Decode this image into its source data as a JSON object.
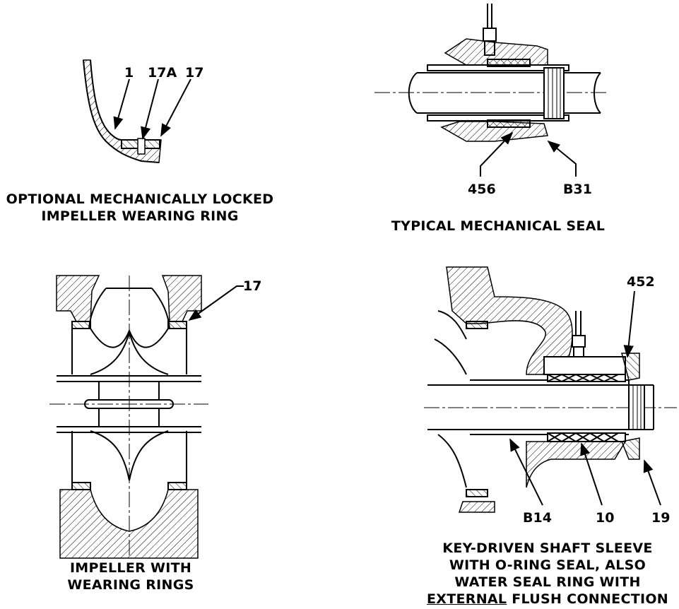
{
  "figures": {
    "locked_ring": {
      "callouts": [
        "1",
        "17A",
        "17"
      ],
      "caption": [
        "OPTIONAL MECHANICALLY LOCKED",
        "IMPELLER WEARING RING"
      ]
    },
    "mechanical_seal": {
      "callouts": [
        "456",
        "B31"
      ],
      "caption": [
        "TYPICAL MECHANICAL SEAL"
      ]
    },
    "impeller_rings": {
      "callouts": [
        "17"
      ],
      "caption": [
        "IMPELLER WITH",
        "WEARING RINGS"
      ]
    },
    "shaft_sleeve": {
      "callouts": [
        "452",
        "B14",
        "10",
        "19"
      ],
      "caption": [
        "KEY-DRIVEN SHAFT SLEEVE",
        "WITH O-RING SEAL, ALSO",
        "WATER SEAL RING WITH"
      ],
      "caption_last": {
        "underlined": "EXTERNAL",
        "rest": " FLUSH CONNECTION"
      }
    }
  }
}
